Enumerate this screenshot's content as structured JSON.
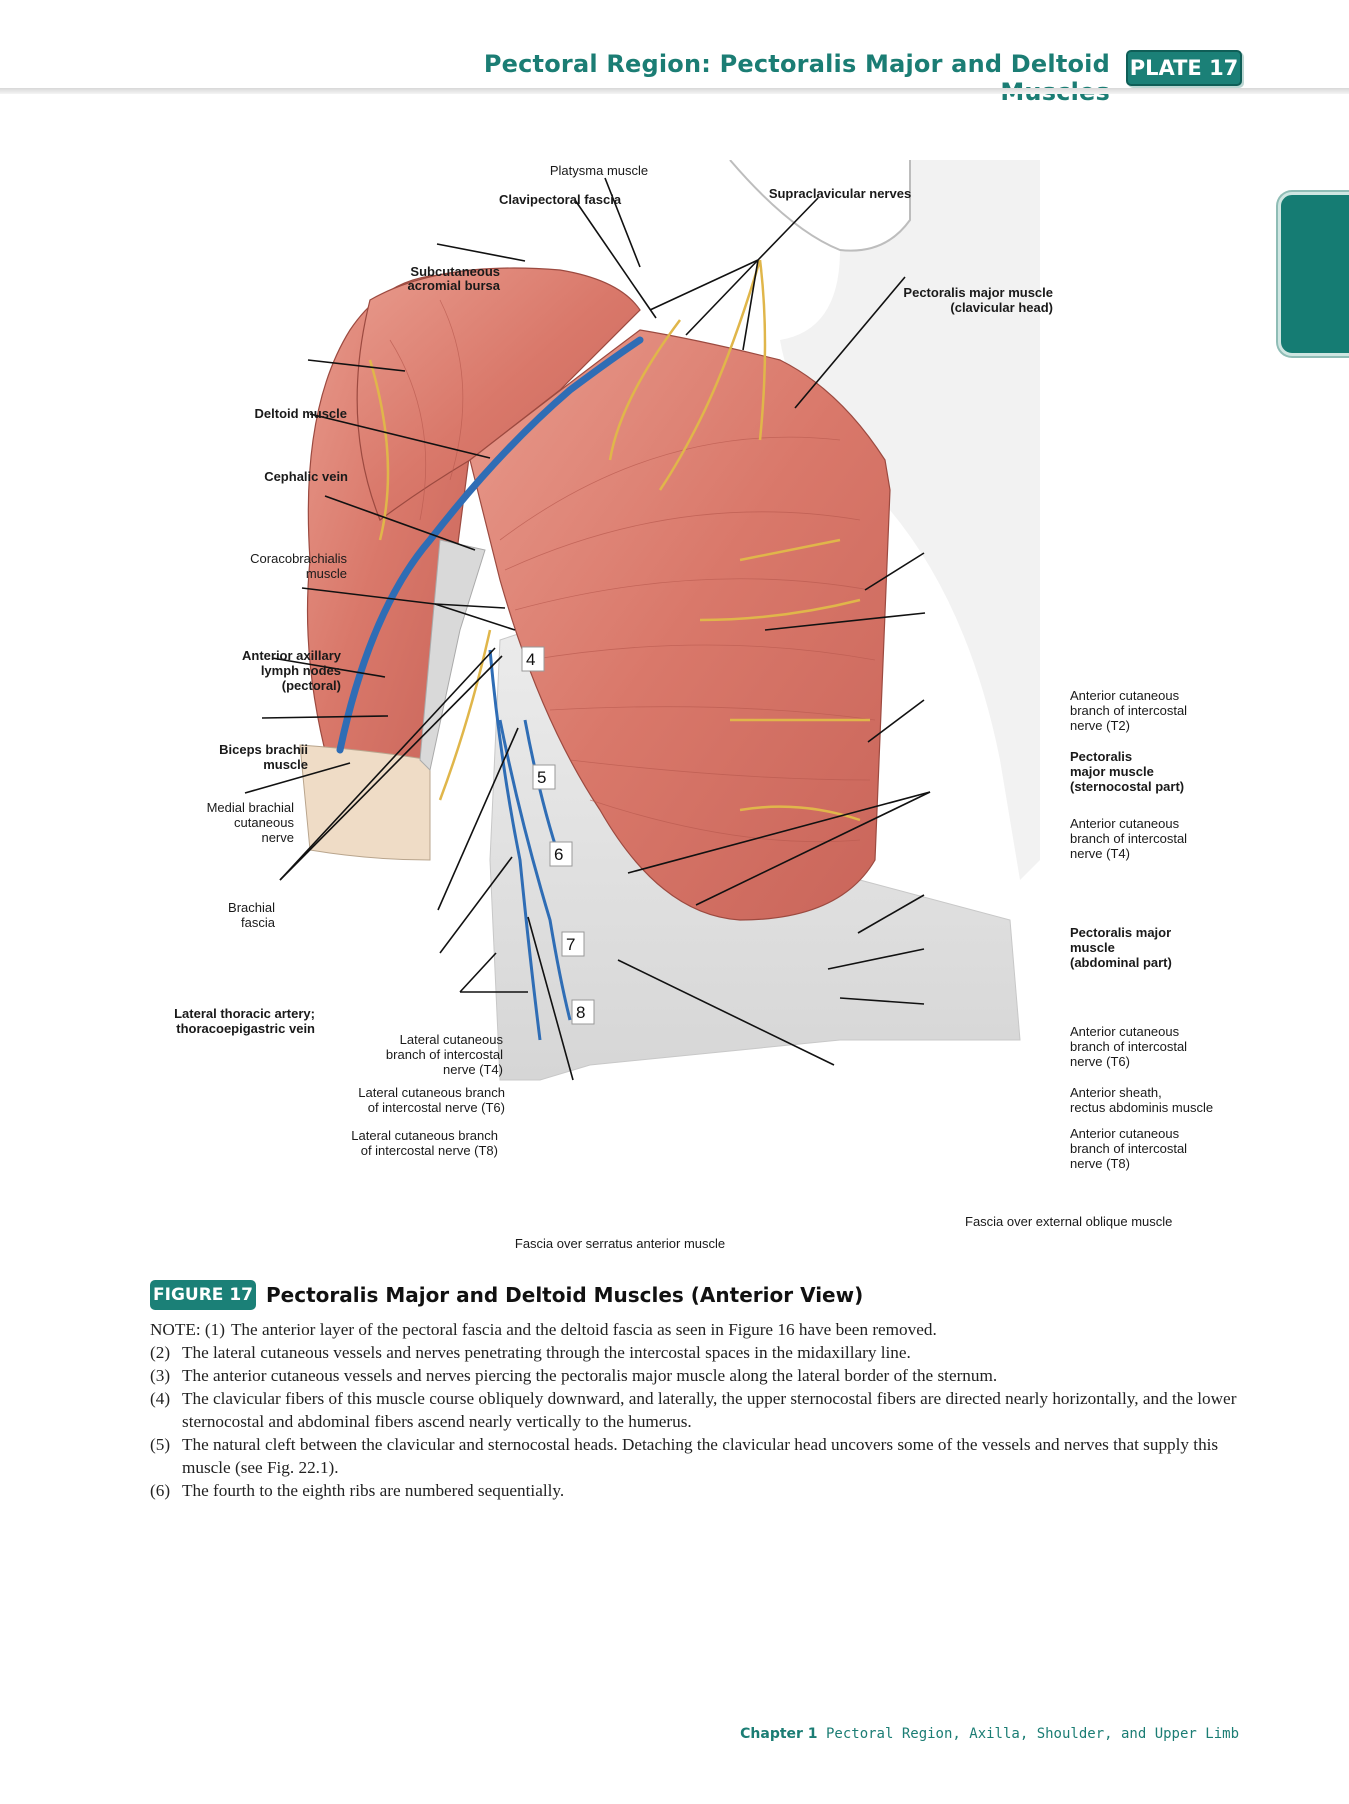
{
  "header": {
    "title": "Pectoral Region: Pectoralis Major and Deltoid Muscles",
    "plate": "PLATE 17"
  },
  "figure": {
    "labels": {
      "platysma": "Platysma muscle",
      "clavipectoral": "Clavipectoral fascia",
      "supraclavicular": "Supraclavicular nerves",
      "subcutaneous_1": "Subcutaneous",
      "subcutaneous_2": "acromial bursa",
      "pm_clav_1": "Pectoralis major muscle",
      "pm_clav_2": "(clavicular head)",
      "deltoid": "Deltoid muscle",
      "cephalic": "Cephalic vein",
      "coraco_1": "Coracobrachialis",
      "coraco_2": "muscle",
      "axillary_1": "Anterior axillary",
      "axillary_2": "lymph nodes",
      "axillary_3": "(pectoral)",
      "biceps_1": "Biceps brachii",
      "biceps_2": "muscle",
      "medial_1": "Medial brachial",
      "medial_2": "cutaneous",
      "medial_3": "nerve",
      "brachial_1": "Brachial",
      "brachial_2": "fascia",
      "lat_thoracic_1": "Lateral thoracic artery;",
      "lat_thoracic_2": "thoracoepigastric vein",
      "lat_cut_t4_1": "Lateral cutaneous",
      "lat_cut_t4_2": "branch of intercostal",
      "lat_cut_t4_3": "nerve (T4)",
      "lat_cut_t6_1": "Lateral cutaneous branch",
      "lat_cut_t6_2": "of intercostal nerve (T6)",
      "lat_cut_t8_1": "Lateral cutaneous branch",
      "lat_cut_t8_2": "of intercostal nerve (T8)",
      "fascia_serratus": "Fascia over serratus anterior muscle",
      "fascia_oblique": "Fascia over external oblique muscle",
      "ant_t2_1": "Anterior cutaneous",
      "ant_t2_2": "branch of intercostal",
      "ant_t2_3": "nerve (T2)",
      "pm_stern_1": "Pectoralis",
      "pm_stern_2": "major muscle",
      "pm_stern_3": "(sternocostal part)",
      "ant_t4_1": "Anterior cutaneous",
      "ant_t4_2": "branch of intercostal",
      "ant_t4_3": "nerve (T4)",
      "pm_abd_1": "Pectoralis major",
      "pm_abd_2": "muscle",
      "pm_abd_3": "(abdominal part)",
      "ant_t6_1": "Anterior cutaneous",
      "ant_t6_2": "branch of intercostal",
      "ant_t6_3": "nerve (T6)",
      "sheath_1": "Anterior sheath,",
      "sheath_2": "rectus abdominis muscle",
      "ant_t8_1": "Anterior cutaneous",
      "ant_t8_2": "branch of intercostal",
      "ant_t8_3": "nerve (T8)"
    },
    "rib_numbers": [
      "4",
      "5",
      "6",
      "7",
      "8"
    ]
  },
  "caption": {
    "badge": "FIGURE 17",
    "title": "Pectoralis Major and Deltoid Muscles (Anterior View)",
    "notes": [
      {
        "num": "NOTE: (1)",
        "text": "The anterior layer of the pectoral fascia and the deltoid fascia as seen in Figure 16 have been removed."
      },
      {
        "num": "(2)",
        "text": "The lateral cutaneous vessels and nerves penetrating through the intercostal spaces in the midaxillary line."
      },
      {
        "num": "(3)",
        "text": "The anterior cutaneous vessels and nerves piercing the pectoralis major muscle along the lateral border of the sternum."
      },
      {
        "num": "(4)",
        "text": "The clavicular fibers of this muscle course obliquely downward, and laterally, the upper sternocostal fibers are directed nearly horizontally, and the lower sternocostal and abdominal fibers ascend nearly vertically to the humerus."
      },
      {
        "num": "(5)",
        "text": "The natural cleft between the clavicular and sternocostal heads. Detaching the clavicular head uncovers some of the vessels and nerves that supply this muscle (see Fig. 22.1)."
      },
      {
        "num": "(6)",
        "text": "The fourth to the eighth ribs are numbered sequentially."
      }
    ]
  },
  "footer": {
    "chapter": "Chapter 1",
    "section": "Pectoral Region, Axilla, Shoulder, and Upper Limb"
  },
  "colors": {
    "accent": "#1b8077",
    "muscle": "#d9786a",
    "vein": "#2f6db5",
    "nerve": "#e0b64a",
    "fascia": "#e4e4e4"
  }
}
